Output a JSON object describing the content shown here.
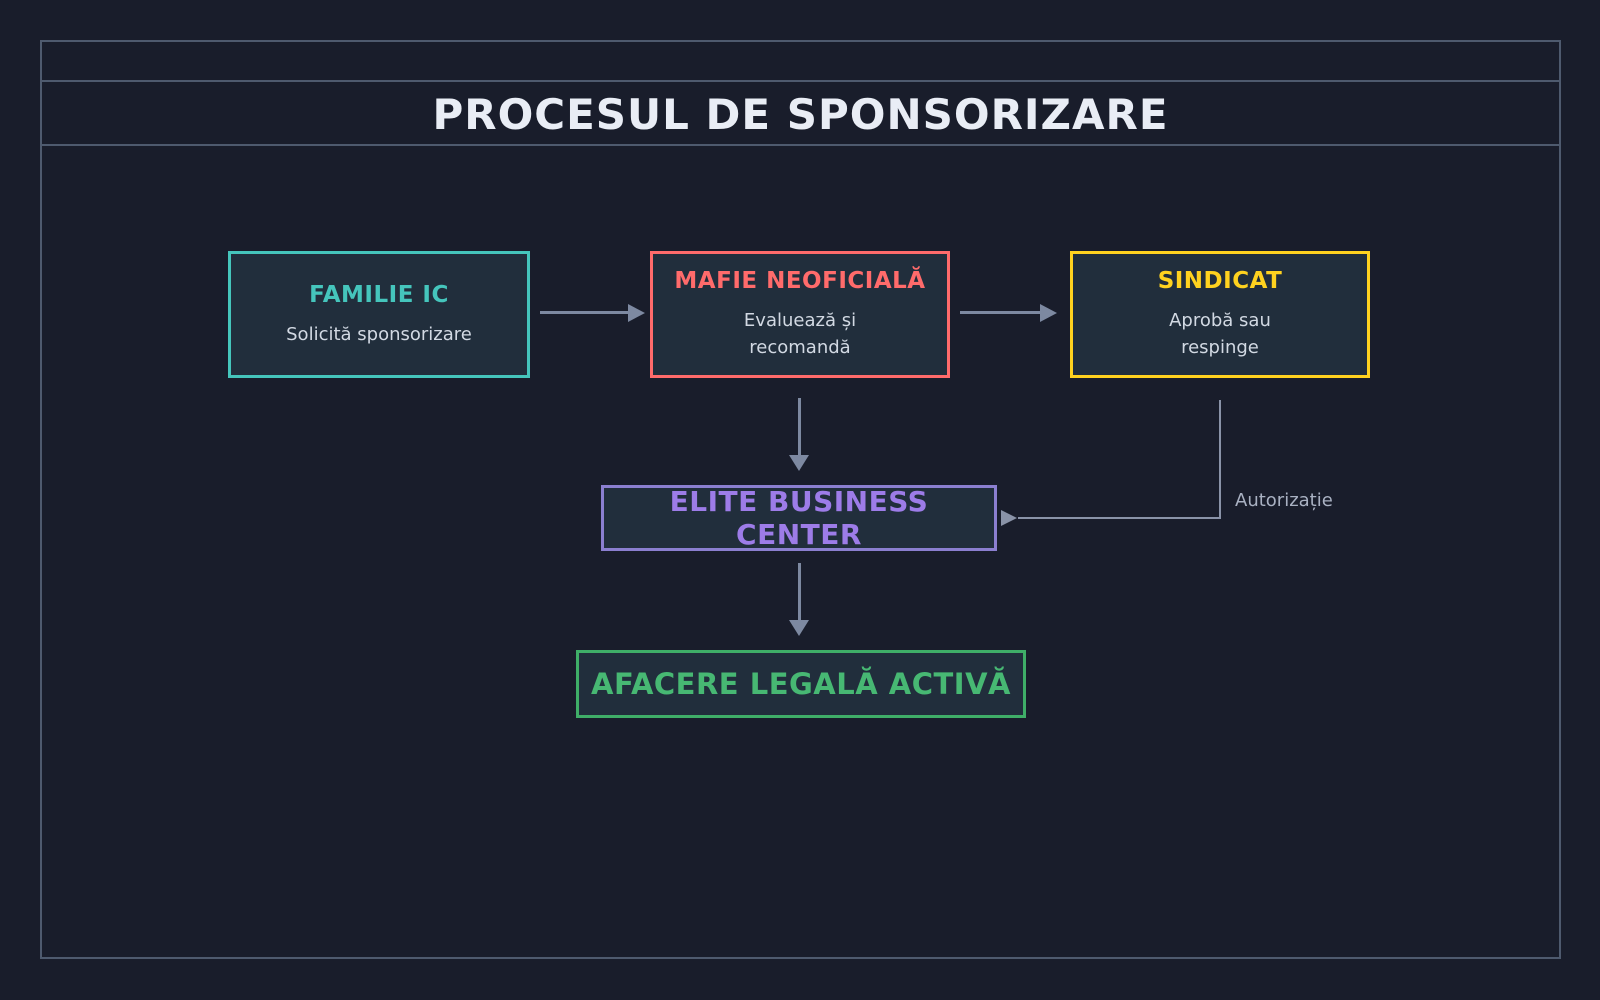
{
  "title": "PROCESUL DE SPONSORIZARE",
  "nodes": {
    "familie": {
      "heading": "FAMILIE IC",
      "body": "Solicită sponsorizare"
    },
    "mafie": {
      "heading": "MAFIE NEOFICIALĂ",
      "body": "Evaluează și\nrecomandă"
    },
    "sindicat": {
      "heading": "SINDICAT",
      "body": "Aprobă sau\nrespinge"
    },
    "ebc": {
      "heading": "ELITE BUSINESS CENTER"
    },
    "afacere": {
      "heading": "AFACERE LEGALĂ ACTIVĂ"
    }
  },
  "edges": {
    "authorization_label": "Autorizație"
  },
  "colors": {
    "background": "#191d2b",
    "frame_border": "#4e5a6e",
    "node_fill": "#212e3c",
    "title_text": "#e9edf5",
    "body_text": "#d2d9e3",
    "arrow": "#7d89a1",
    "auth_edge": "#8a93a8",
    "edge_label_text": "#a9b1c2",
    "accent_teal": "#45c5bc",
    "accent_red": "#ff6b6b",
    "accent_yellow": "#ffd21f",
    "accent_purple_text": "#9d7ce8",
    "accent_purple_border": "#8b7fd0",
    "accent_green_text": "#47b873",
    "accent_green_border": "#3fae68"
  }
}
